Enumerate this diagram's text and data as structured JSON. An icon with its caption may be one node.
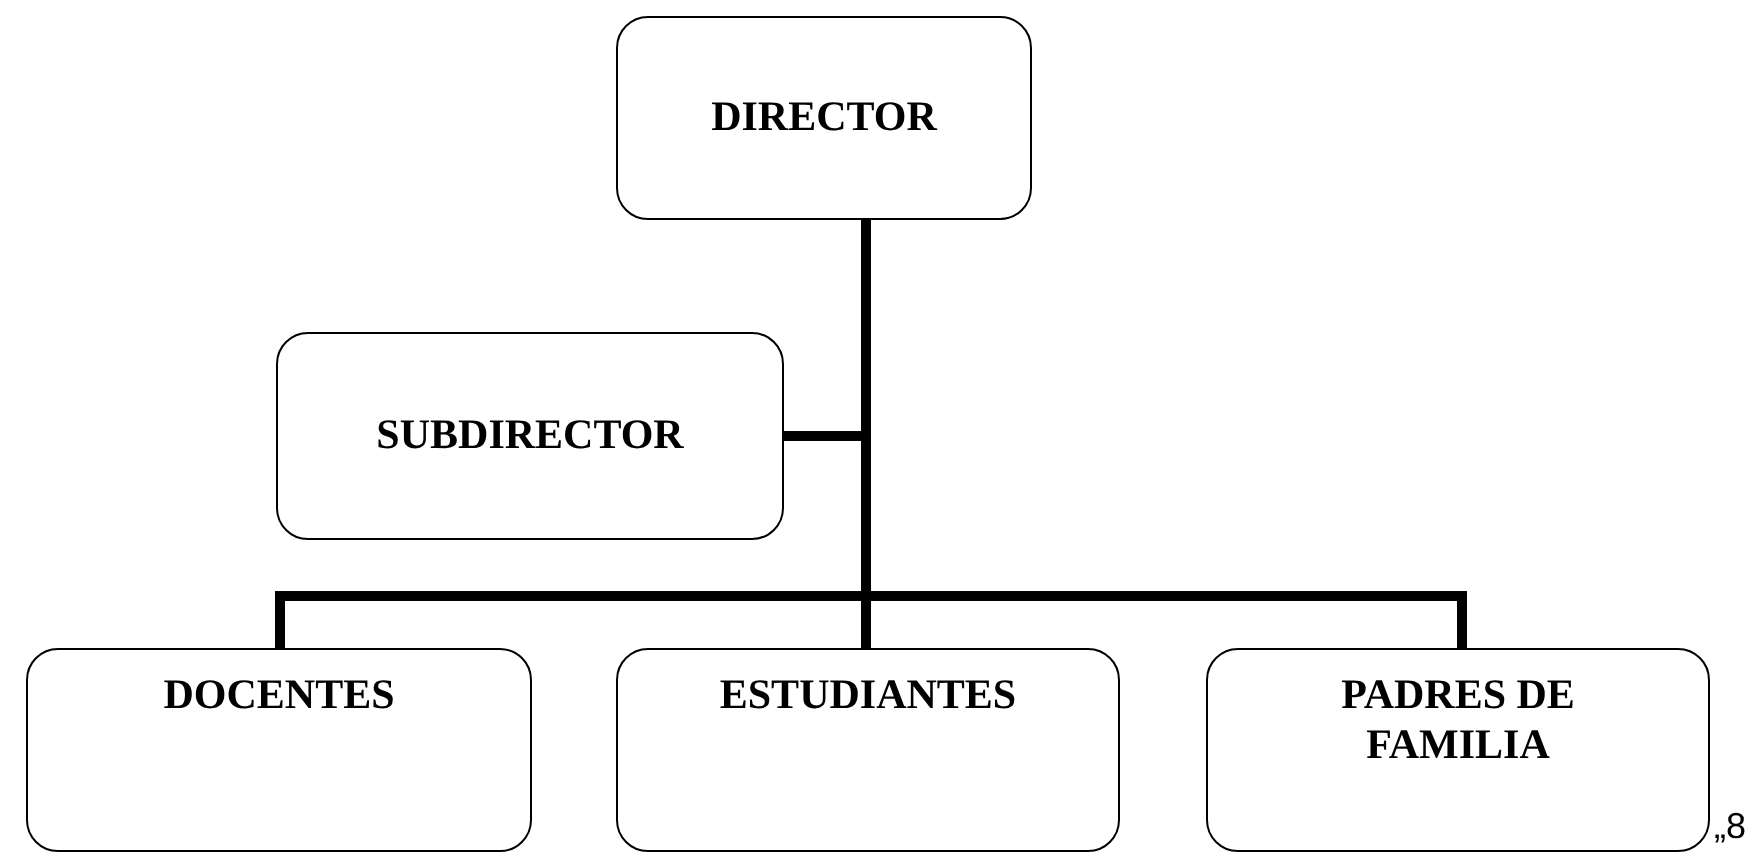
{
  "diagram": {
    "nodes": [
      {
        "text": [
          "DIRECTOR"
        ]
      },
      {
        "text": [
          "SUBDIRECTOR"
        ]
      },
      {
        "text": [
          "DOCENTES"
        ]
      },
      {
        "text": [
          "ESTUDIANTES"
        ]
      },
      {
        "text": [
          "PADRES DE FAMILIA"
        ]
      }
    ],
    "edges": [
      {
        "from": 0,
        "to": 1,
        "arrow": "none"
      },
      {
        "from": 0,
        "to": 2,
        "arrow": "none"
      },
      {
        "from": 0,
        "to": 3,
        "arrow": "none"
      },
      {
        "from": 0,
        "to": 4,
        "arrow": "none"
      }
    ],
    "labels": [
      "„8"
    ]
  }
}
